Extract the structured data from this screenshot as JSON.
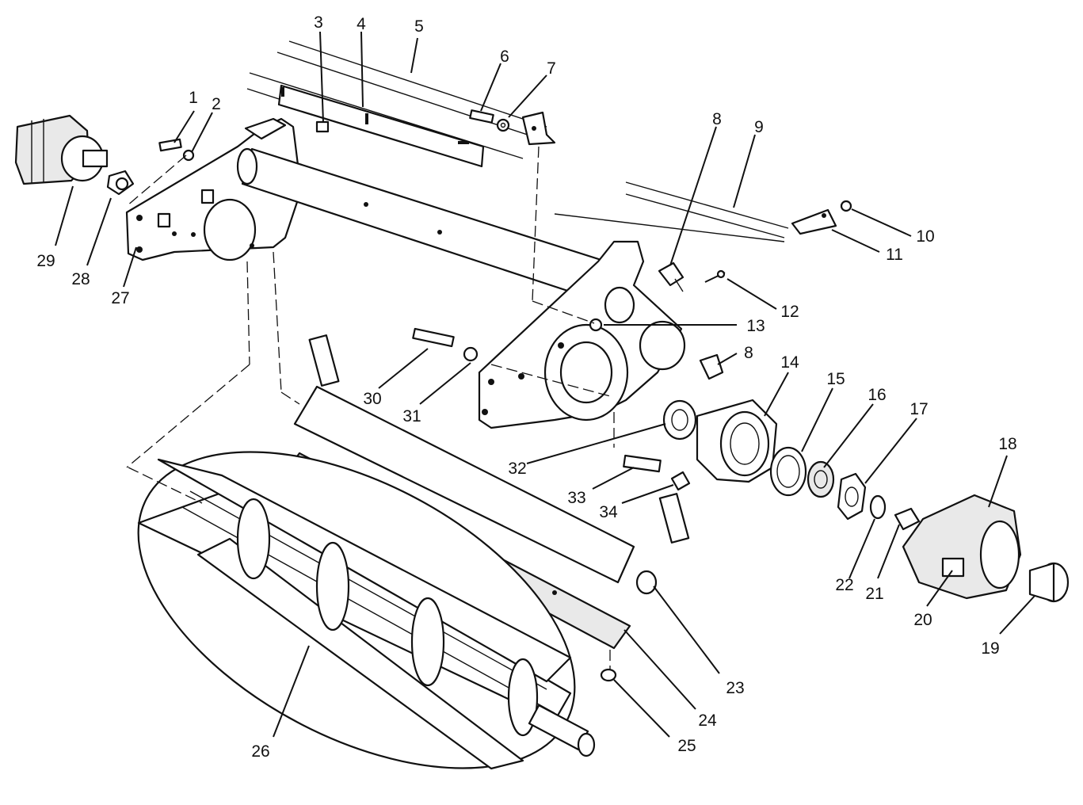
{
  "diagram": {
    "type": "exploded-parts-view",
    "callouts": [
      {
        "id": "1",
        "label": "1"
      },
      {
        "id": "2",
        "label": "2"
      },
      {
        "id": "3",
        "label": "3"
      },
      {
        "id": "4",
        "label": "4"
      },
      {
        "id": "5",
        "label": "5"
      },
      {
        "id": "6",
        "label": "6"
      },
      {
        "id": "7",
        "label": "7"
      },
      {
        "id": "8a",
        "label": "8"
      },
      {
        "id": "9",
        "label": "9"
      },
      {
        "id": "10",
        "label": "10"
      },
      {
        "id": "11",
        "label": "11"
      },
      {
        "id": "12",
        "label": "12"
      },
      {
        "id": "13",
        "label": "13"
      },
      {
        "id": "8b",
        "label": "8"
      },
      {
        "id": "14",
        "label": "14"
      },
      {
        "id": "15",
        "label": "15"
      },
      {
        "id": "16",
        "label": "16"
      },
      {
        "id": "17",
        "label": "17"
      },
      {
        "id": "18",
        "label": "18"
      },
      {
        "id": "19",
        "label": "19"
      },
      {
        "id": "20",
        "label": "20"
      },
      {
        "id": "21",
        "label": "21"
      },
      {
        "id": "22",
        "label": "22"
      },
      {
        "id": "23",
        "label": "23"
      },
      {
        "id": "24",
        "label": "24"
      },
      {
        "id": "25",
        "label": "25"
      },
      {
        "id": "26",
        "label": "26"
      },
      {
        "id": "27",
        "label": "27"
      },
      {
        "id": "28",
        "label": "28"
      },
      {
        "id": "29",
        "label": "29"
      },
      {
        "id": "30",
        "label": "30"
      },
      {
        "id": "31",
        "label": "31"
      },
      {
        "id": "32",
        "label": "32"
      },
      {
        "id": "33",
        "label": "33"
      },
      {
        "id": "34",
        "label": "34"
      }
    ]
  }
}
